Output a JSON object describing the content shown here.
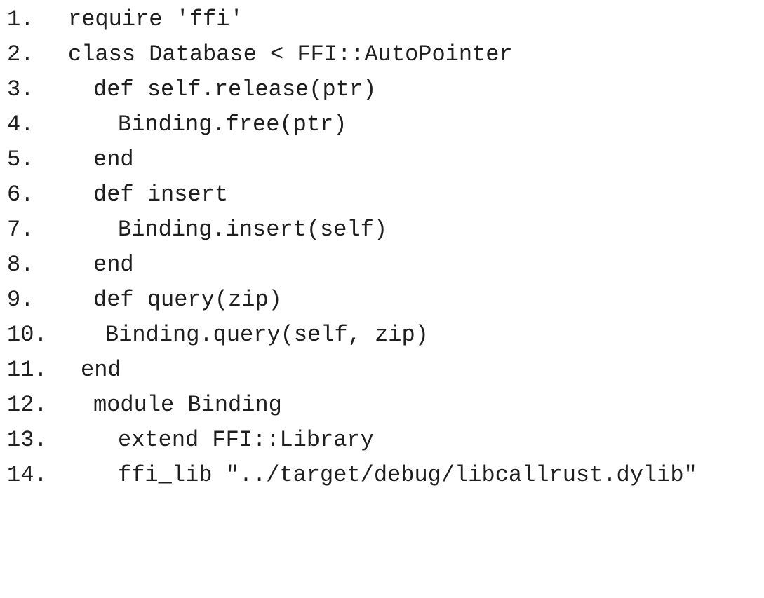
{
  "lines": [
    {
      "number": "1.",
      "code": "require 'ffi'"
    },
    {
      "number": "2.",
      "code": "class Database < FFI::AutoPointer"
    },
    {
      "number": "3.",
      "code": "def self.release(ptr)"
    },
    {
      "number": "4.",
      "code": "Binding.free(ptr)"
    },
    {
      "number": "5.",
      "code": "end"
    },
    {
      "number": "6.",
      "code": "def insert"
    },
    {
      "number": "7.",
      "code": "Binding.insert(self)"
    },
    {
      "number": "8.",
      "code": "end"
    },
    {
      "number": "9.",
      "code": "def query(zip)"
    },
    {
      "number": "10.",
      "code": "Binding.query(self, zip)"
    },
    {
      "number": "11.",
      "code": "end"
    },
    {
      "number": "12.",
      "code": "module Binding"
    },
    {
      "number": "13.",
      "code": "extend FFI::Library"
    },
    {
      "number": "14.",
      "code": "ffi_lib \"../target/debug/libcallrust.dylib\""
    }
  ]
}
